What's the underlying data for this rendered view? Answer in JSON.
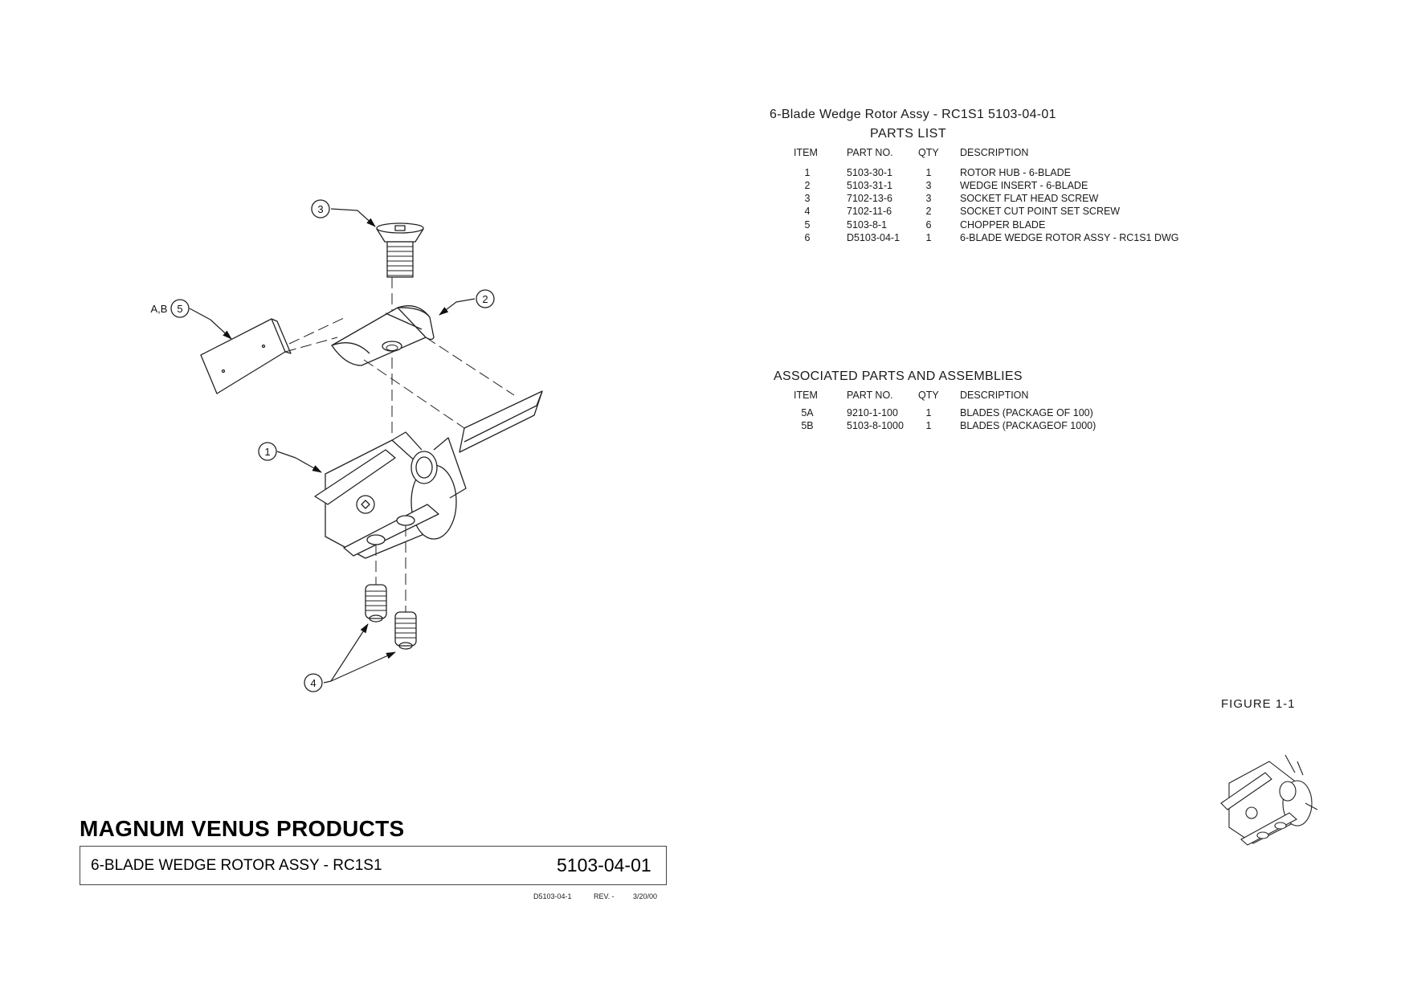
{
  "parts_list": {
    "title": "6-Blade Wedge Rotor Assy - RC1S1  5103-04-01",
    "subtitle": "PARTS LIST",
    "headers": [
      "ITEM",
      "PART NO.",
      "QTY",
      "DESCRIPTION"
    ],
    "rows": [
      {
        "item": "1",
        "part_no": "5103-30-1",
        "qty": "1",
        "description": "ROTOR HUB - 6-BLADE"
      },
      {
        "item": "2",
        "part_no": "5103-31-1",
        "qty": "3",
        "description": "WEDGE INSERT - 6-BLADE"
      },
      {
        "item": "3",
        "part_no": "7102-13-6",
        "qty": "3",
        "description": "SOCKET FLAT HEAD SCREW"
      },
      {
        "item": "4",
        "part_no": "7102-11-6",
        "qty": "2",
        "description": "SOCKET CUT POINT SET SCREW"
      },
      {
        "item": "5",
        "part_no": "5103-8-1",
        "qty": "6",
        "description": "CHOPPER BLADE"
      },
      {
        "item": "6",
        "part_no": "D5103-04-1",
        "qty": "1",
        "description": "6-BLADE WEDGE ROTOR ASSY - RC1S1 DWG"
      }
    ]
  },
  "associated": {
    "title": "ASSOCIATED PARTS AND ASSEMBLIES",
    "headers": [
      "ITEM",
      "PART NO.",
      "QTY",
      "DESCRIPTION"
    ],
    "rows": [
      {
        "item": "5A",
        "part_no": "9210-1-100",
        "qty": "1",
        "description": "BLADES (PACKAGE OF 100)"
      },
      {
        "item": "5B",
        "part_no": "5103-8-1000",
        "qty": "1",
        "description": "BLADES (PACKAGEOF 1000)"
      }
    ]
  },
  "figure_label": "FIGURE 1-1",
  "callouts": {
    "c1": "1",
    "c2": "2",
    "c3": "3",
    "c4": "4",
    "c5": "5",
    "c5_prefix": "A,B"
  },
  "title_block": {
    "company": "MAGNUM VENUS PRODUCTS",
    "description": "6-BLADE WEDGE ROTOR ASSY - RC1S1",
    "number": "5103-04-01",
    "drawing_no": "D5103-04-1",
    "rev": "REV. -",
    "date": "3/20/00"
  }
}
